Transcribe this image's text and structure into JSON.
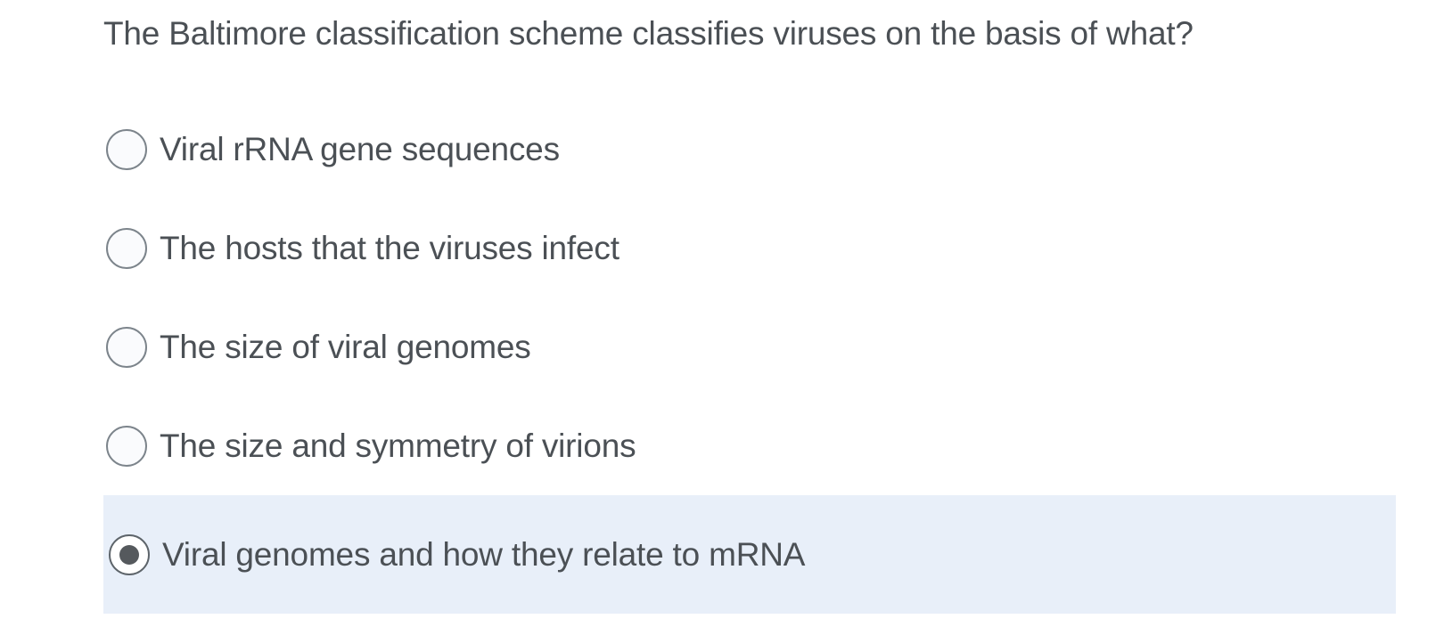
{
  "question": {
    "text": "The Baltimore classification scheme classifies viruses on the basis of what?"
  },
  "answers": {
    "options": [
      {
        "label": "Viral rRNA gene sequences",
        "selected": false
      },
      {
        "label": "The hosts that the viruses infect",
        "selected": false
      },
      {
        "label": "The size of viral genomes",
        "selected": false
      },
      {
        "label": "The size and symmetry of virions",
        "selected": false
      },
      {
        "label": "Viral genomes and how they relate to mRNA",
        "selected": true
      }
    ]
  },
  "colors": {
    "text": "#4b5055",
    "selected_background": "#e8eff9",
    "radio_border": "#7c848b",
    "radio_dot": "#55595d",
    "page_background": "#ffffff"
  }
}
